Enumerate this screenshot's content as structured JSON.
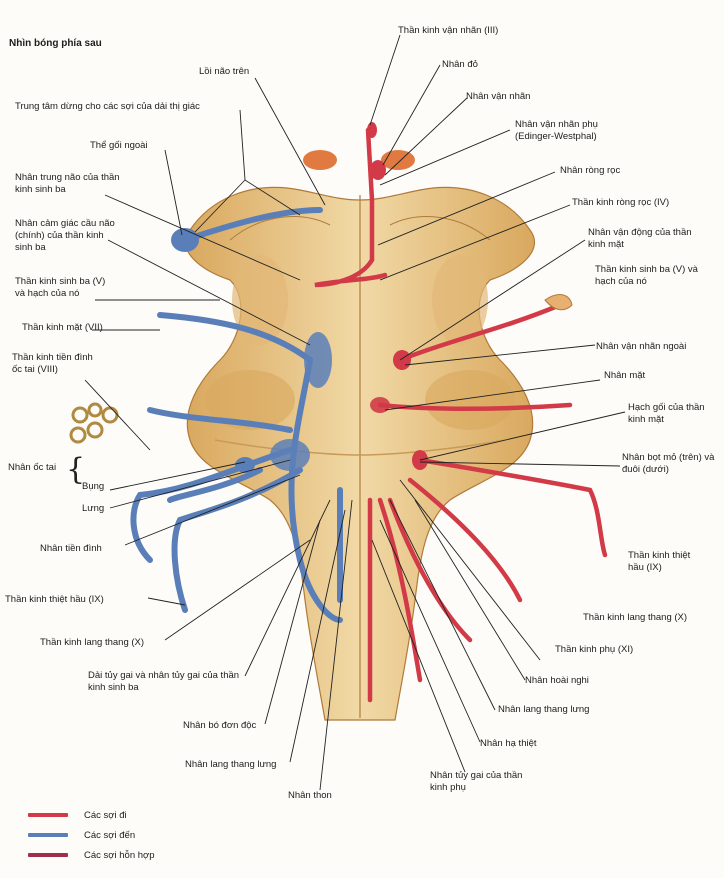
{
  "title": "Nhìn bóng phía sau",
  "colors": {
    "efferent": "#d23a48",
    "afferent": "#5a7fb8",
    "mixed": "#a0304a",
    "brainstem": "#e9c98c",
    "brainstem_shadow": "#c89a56"
  },
  "labels_left": [
    "Lồi não trên",
    "Trung tâm dừng cho các sợi của dải thị giác",
    "Thể gối ngoài",
    "Nhân trung não của thần kinh sinh ba",
    "Nhân cảm giác cầu não (chính) của thần kinh sinh ba",
    "Thần kinh sinh ba (V) và hạch của nó",
    "Thần kinh mặt (VII)",
    "Thần kinh tiền đình ốc tai (VIII)",
    "Nhân ốc tai",
    "Bụng",
    "Lưng",
    "Nhân tiền đình",
    "Thần kinh thiệt hầu (IX)",
    "Thần kinh lang thang (X)",
    "Dải tủy gai và nhân tủy gai của thần kinh sinh ba",
    "Nhân bó đơn độc",
    "Nhân lang thang lưng",
    "Nhân thon"
  ],
  "labels_right": [
    "Thần kinh vận nhãn (III)",
    "Nhân đỏ",
    "Nhân vận nhãn",
    "Nhân vận nhãn phụ (Edinger-Westphal)",
    "Nhân ròng rọc",
    "Thần kinh ròng rọc (IV)",
    "Nhân vận động của thần kinh mặt",
    "Thần kinh sinh ba (V) và hạch của nó",
    "Nhân vận nhãn ngoài",
    "Nhân mặt",
    "Hạch gối của thần kinh mặt",
    "Nhân bọt mỏ (trên) và đuôi (dưới)",
    "Thần kinh thiệt hầu (IX)",
    "Thần kinh lang thang (X)",
    "Thần kinh phụ (XI)",
    "Nhân hoài nghi",
    "Nhân lang thang lưng",
    "Nhân hạ thiệt",
    "Nhân tủy gai của thần kinh phụ"
  ],
  "legend": [
    {
      "label": "Các sợi đi",
      "color": "#d23a48"
    },
    {
      "label": "Các sợi đến",
      "color": "#5a7fb8"
    },
    {
      "label": "Các sợi hỗn hợp",
      "color": "#a0304a"
    }
  ]
}
